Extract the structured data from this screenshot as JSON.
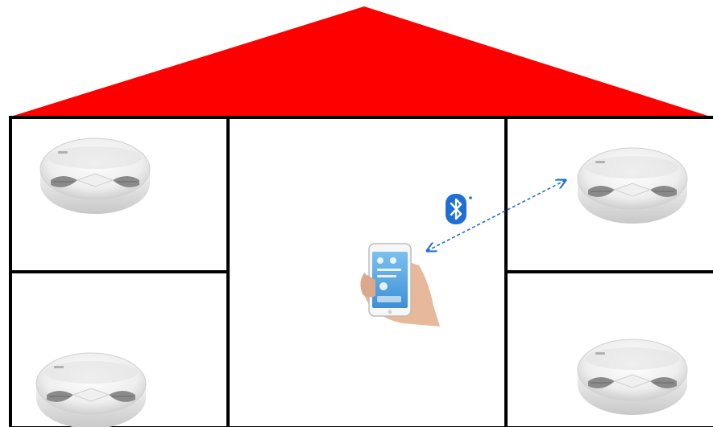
{
  "house": {
    "roof_color": "#ff0000",
    "wall_color": "#000000",
    "rooms": [
      {
        "label": "",
        "position": "top-left",
        "device": "smoke-detector"
      },
      {
        "label": "",
        "position": "bottom-left",
        "device": "smoke-detector"
      },
      {
        "label": "",
        "position": "center",
        "device": "smartphone"
      },
      {
        "label": "",
        "position": "top-right",
        "device": "smoke-detector"
      },
      {
        "label": "",
        "position": "bottom-right",
        "device": "smoke-detector"
      }
    ]
  },
  "connection": {
    "type": "bluetooth",
    "icon": "bluetooth-icon",
    "color": "#1f6fd6",
    "style": "dashed-double-arrow",
    "from": "smartphone",
    "to": "smoke-detector-top-right"
  },
  "colors": {
    "detector_body": "#f2f2f2",
    "detector_grill": "#8a8a8a",
    "phone_screen": "#5aa9e6",
    "hand": "#e8b89a"
  }
}
